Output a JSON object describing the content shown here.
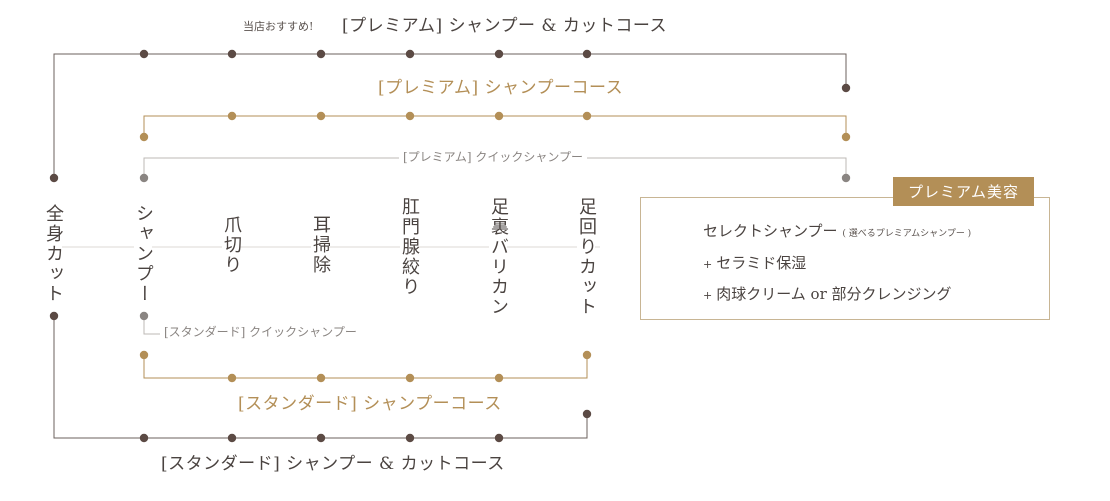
{
  "courses": {
    "recommend": "当店おすすめ!",
    "premium_cut": "[プレミアム] シャンプー & カットコース",
    "premium": "[プレミアム] シャンプーコース",
    "premium_quick": "[プレミアム] クイックシャンプー",
    "standard_quick": "[スタンダード] クイックシャンプー",
    "standard": "[スタンダード] シャンプーコース",
    "standard_cut": "[スタンダード] シャンプー & カットコース"
  },
  "steps": {
    "full_cut": "全身カット",
    "shampoo": "シャンプー",
    "nail": "爪切り",
    "ear": "耳掃除",
    "anal": "肛門腺絞り",
    "foot_clipper": "足裏バリカン",
    "foot_cut": "足回りカット"
  },
  "premium_box": {
    "title": "プレミアム美容",
    "line1": "セレクトシャンプー",
    "line1_note": "( 選べるプレミアムシャンプー )",
    "plus": "+",
    "line2": "セラミド保湿",
    "line3": "肉球クリーム or 部分クレンジング"
  },
  "colors": {
    "dark_brown": "#5b4a44",
    "gold": "#b38f57",
    "gray": "#8a8582",
    "line_gray": "#bdb9b6"
  }
}
